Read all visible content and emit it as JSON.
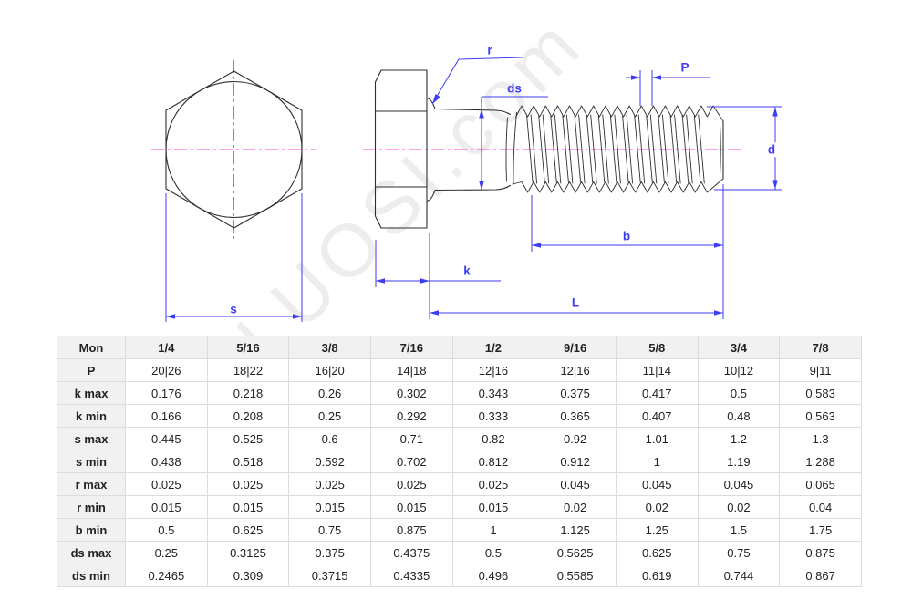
{
  "watermark": "LUOSI.com",
  "drawing": {
    "labels": {
      "s": "s",
      "r": "r",
      "ds": "ds",
      "p": "P",
      "d": "d",
      "b": "b",
      "k": "k",
      "l": "L"
    },
    "colors": {
      "dimension": "#3d3df2",
      "centerline": "#ff44dd",
      "outline": "#2e2e2e"
    }
  },
  "table": {
    "header": [
      "Mon",
      "1/4",
      "5/16",
      "3/8",
      "7/16",
      "1/2",
      "9/16",
      "5/8",
      "3/4",
      "7/8"
    ],
    "rows": [
      {
        "label": "P",
        "values": [
          "20|26",
          "18|22",
          "16|20",
          "14|18",
          "12|16",
          "12|16",
          "11|14",
          "10|12",
          "9|11"
        ]
      },
      {
        "label": "k max",
        "values": [
          "0.176",
          "0.218",
          "0.26",
          "0.302",
          "0.343",
          "0.375",
          "0.417",
          "0.5",
          "0.583"
        ]
      },
      {
        "label": "k min",
        "values": [
          "0.166",
          "0.208",
          "0.25",
          "0.292",
          "0.333",
          "0.365",
          "0.407",
          "0.48",
          "0.563"
        ]
      },
      {
        "label": "s max",
        "values": [
          "0.445",
          "0.525",
          "0.6",
          "0.71",
          "0.82",
          "0.92",
          "1.01",
          "1.2",
          "1.3"
        ]
      },
      {
        "label": "s min",
        "values": [
          "0.438",
          "0.518",
          "0.592",
          "0.702",
          "0.812",
          "0.912",
          "1",
          "1.19",
          "1.288"
        ]
      },
      {
        "label": "r max",
        "values": [
          "0.025",
          "0.025",
          "0.025",
          "0.025",
          "0.025",
          "0.045",
          "0.045",
          "0.045",
          "0.065"
        ]
      },
      {
        "label": "r min",
        "values": [
          "0.015",
          "0.015",
          "0.015",
          "0.015",
          "0.015",
          "0.02",
          "0.02",
          "0.02",
          "0.04"
        ]
      },
      {
        "label": "b min",
        "values": [
          "0.5",
          "0.625",
          "0.75",
          "0.875",
          "1",
          "1.125",
          "1.25",
          "1.5",
          "1.75"
        ]
      },
      {
        "label": "ds max",
        "values": [
          "0.25",
          "0.3125",
          "0.375",
          "0.4375",
          "0.5",
          "0.5625",
          "0.625",
          "0.75",
          "0.875"
        ]
      },
      {
        "label": "ds min",
        "values": [
          "0.2465",
          "0.309",
          "0.3715",
          "0.4335",
          "0.496",
          "0.5585",
          "0.619",
          "0.744",
          "0.867"
        ]
      }
    ]
  }
}
